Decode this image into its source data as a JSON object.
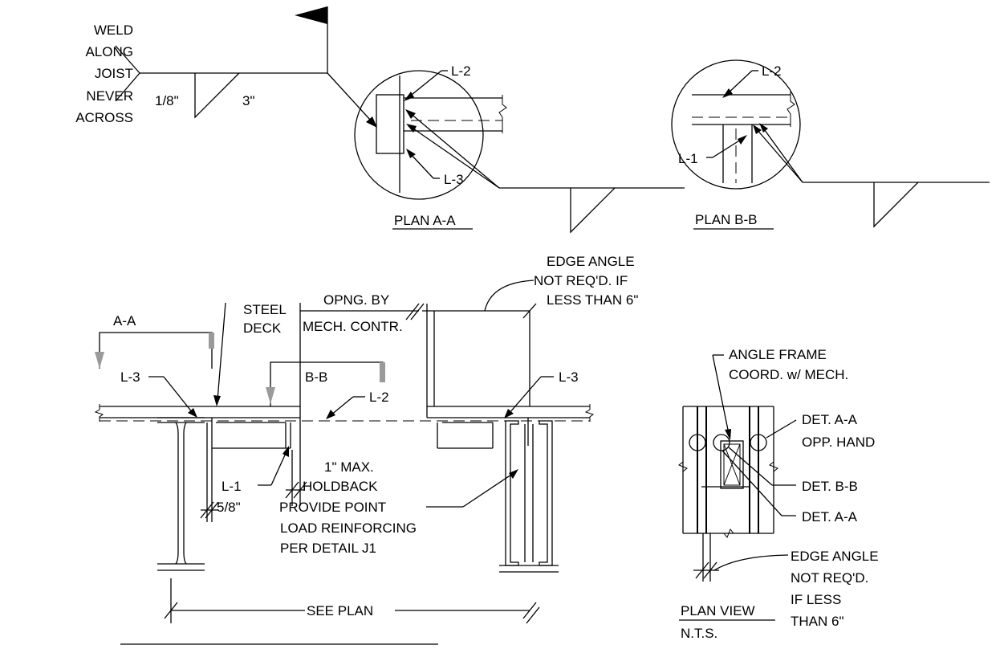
{
  "weld_symbol": {
    "note_lines": [
      "WELD",
      "ALONG",
      "JOIST",
      "NEVER",
      "ACROSS"
    ],
    "size": "1/8\"",
    "length": "3\""
  },
  "plan_aa": {
    "title": "PLAN A-A",
    "label_top": "L-2",
    "label_bottom": "L-3"
  },
  "plan_bb": {
    "title": "PLAN B-B",
    "label_top": "L-2",
    "label_left": "L-1"
  },
  "section": {
    "steel_deck": [
      "STEEL",
      "DECK"
    ],
    "opening": [
      "OPNG. BY",
      "MECH. CONTR."
    ],
    "edge_angle": [
      "EDGE ANGLE",
      "NOT REQ'D. IF",
      "LESS THAN 6\""
    ],
    "cut_aa": "A-A",
    "cut_bb": "B-B",
    "l3_left": "L-3",
    "l3_right": "L-3",
    "l2": "L-2",
    "l1": "L-1",
    "five_eighths": "5/8\"",
    "holdback": [
      "1\"  MAX.",
      "HOLDBACK"
    ],
    "reinforcing": [
      "PROVIDE POINT",
      "LOAD REINFORCING",
      "PER DETAIL J1"
    ],
    "see_plan": "SEE PLAN"
  },
  "plan_view": {
    "angle_frame": [
      "ANGLE FRAME",
      "COORD. w/ MECH."
    ],
    "det_aa_opp": [
      "DET. A-A",
      "OPP. HAND"
    ],
    "det_bb": "DET. B-B",
    "det_aa": "DET. A-A",
    "edge_angle": [
      "EDGE ANGLE",
      "NOT REQ'D.",
      "IF LESS",
      "THAN 6\""
    ],
    "title": "PLAN VIEW",
    "scale": "N.T.S."
  }
}
